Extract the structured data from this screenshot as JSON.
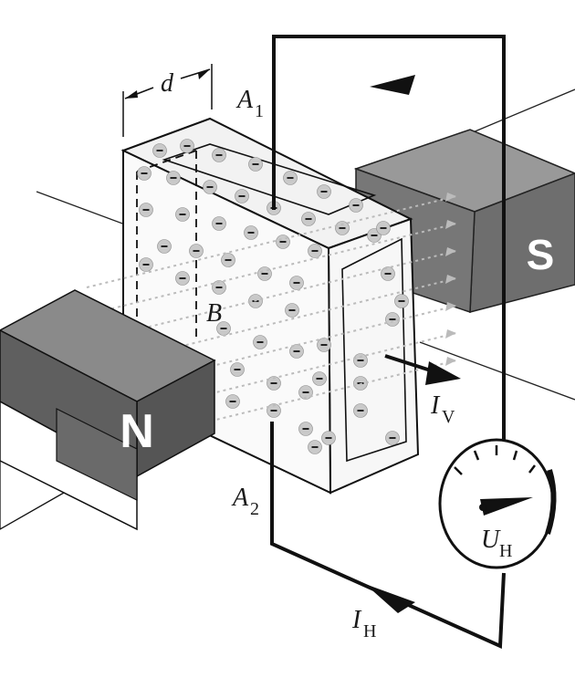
{
  "labels": {
    "d": "d",
    "a1_main": "A",
    "a1_sub": "1",
    "a2_main": "A",
    "a2_sub": "2",
    "b": "B",
    "iv_main": "I",
    "iv_sub": "V",
    "ih_main": "I",
    "ih_sub": "H",
    "uh_main": "U",
    "uh_sub": "H",
    "magnet_n": "N",
    "magnet_s": "S"
  },
  "colors": {
    "magnet_front": "#6a6a6a",
    "magnet_top": "#888888",
    "magnet_side": "#555555",
    "slab_fill": "#f5f5f5",
    "electron_fill": "#c9c9c9",
    "wire": "#111111"
  }
}
